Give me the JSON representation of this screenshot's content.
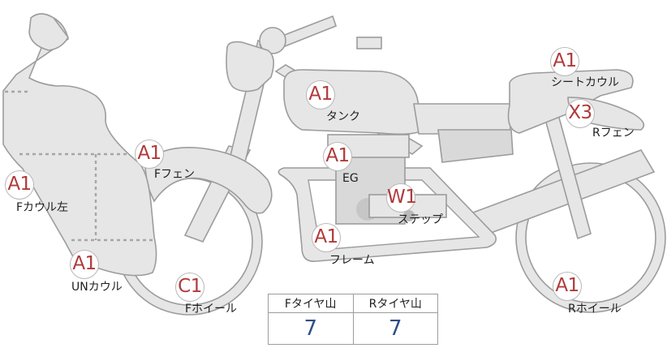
{
  "parts": [
    {
      "id": "f-cowl-left",
      "name": "Fカウル左",
      "grade": "A1"
    },
    {
      "id": "un-cowl",
      "name": "UNカウル",
      "grade": "A1"
    },
    {
      "id": "f-fender",
      "name": "Fフェン",
      "grade": "A1"
    },
    {
      "id": "f-wheel",
      "name": "Fホイール",
      "grade": "C1"
    },
    {
      "id": "tank",
      "name": "タンク",
      "grade": "A1"
    },
    {
      "id": "engine",
      "name": "EG",
      "grade": "A1"
    },
    {
      "id": "step",
      "name": "ステップ",
      "grade": "W1"
    },
    {
      "id": "frame",
      "name": "フレーム",
      "grade": "A1"
    },
    {
      "id": "seat-cowl",
      "name": "シートカウル",
      "grade": "A1"
    },
    {
      "id": "r-fender",
      "name": "Rフェン",
      "grade": "X3"
    },
    {
      "id": "r-wheel",
      "name": "Rホイール",
      "grade": "A1"
    }
  ],
  "tire_tread": {
    "front_label": "Fタイヤ山",
    "rear_label": "Rタイヤ山",
    "front_value": "7",
    "rear_value": "7"
  },
  "colors": {
    "part_fill": "#e6e6e6",
    "part_stroke": "#9c9c9c",
    "grade_text": "#b03a3a",
    "tread_value": "#2d4f8a"
  }
}
